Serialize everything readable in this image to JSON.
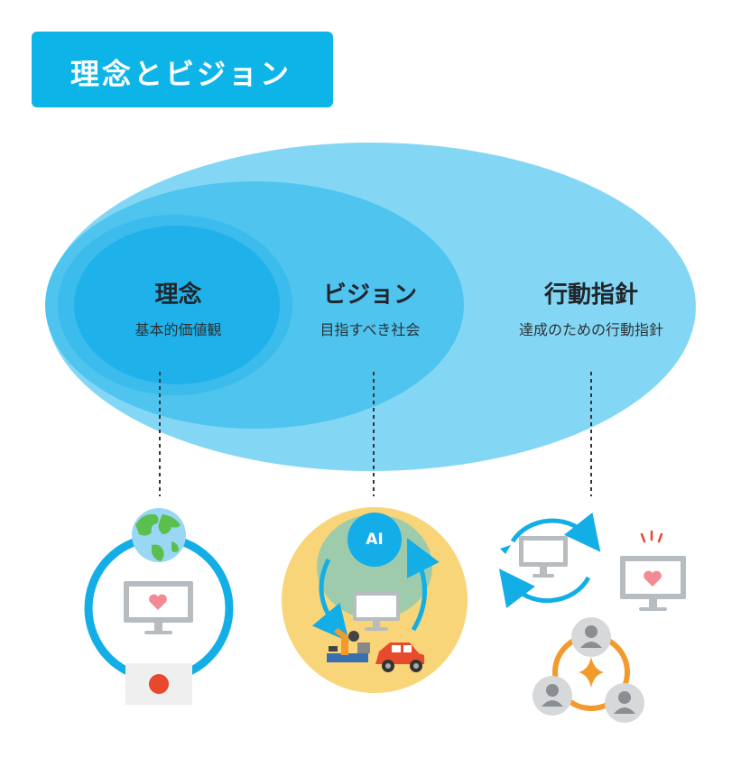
{
  "title": "理念とビジョン",
  "layers": [
    {
      "name": "理念",
      "desc": "基本的価値観"
    },
    {
      "name": "ビジョン",
      "desc": "目指すべき社会"
    },
    {
      "name": "行動指針",
      "desc": "達成のための行動指針"
    }
  ],
  "ai_label": "AI",
  "colors": {
    "badge": "#0cb4e8",
    "outer": "#83d7f4",
    "middle": "#4ec4ef",
    "inner": "#1fb2ea",
    "ring": "#14aee6",
    "orange": "#f29a2c",
    "yellow": "#f9d57a",
    "heart": "#f28b94",
    "flag": "#e8482c"
  }
}
